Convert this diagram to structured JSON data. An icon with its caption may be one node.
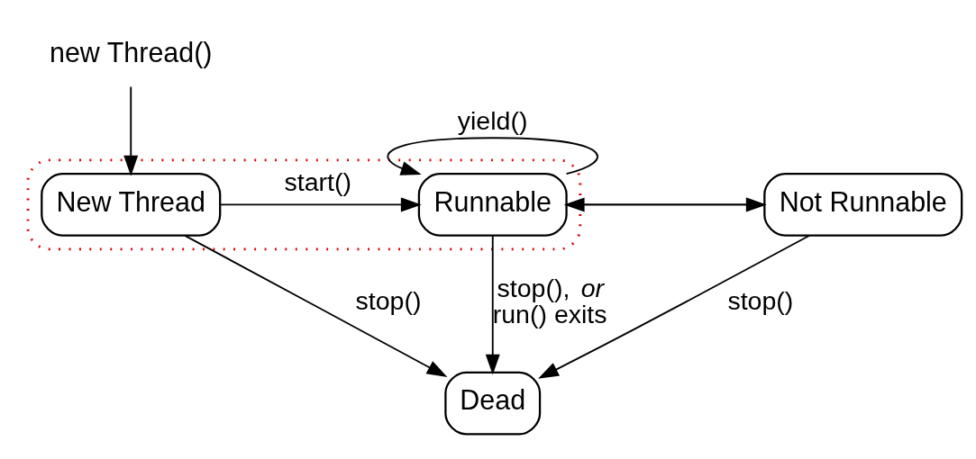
{
  "diagram": {
    "nodes": [
      {
        "text": [
          "new Thread()"
        ]
      },
      {
        "text": [],
        "shape": "ellipse"
      },
      {
        "text": [
          "New Thread"
        ],
        "in": 1
      },
      {
        "text": [
          "Runnable"
        ],
        "in": 1
      },
      {
        "text": [
          "Not Runnable"
        ]
      },
      {
        "text": [
          "Dead"
        ]
      }
    ],
    "edges": [
      {
        "from": 0,
        "to": 2,
        "arrow": "to"
      },
      {
        "from": 2,
        "to": 3,
        "arrow": "to",
        "label": "start()"
      },
      {
        "from": 3,
        "to": 3,
        "arrow": "to",
        "label": "yield()"
      },
      {
        "from": 3,
        "to": 4,
        "arrow": "to"
      },
      {
        "from": 4,
        "to": 3,
        "arrow": "to"
      },
      {
        "from": 2,
        "to": 5,
        "arrow": "to",
        "label": "stop()"
      },
      {
        "from": 3,
        "to": 5,
        "arrow": "to",
        "label": "stop(), *or* run() exits"
      },
      {
        "from": 4,
        "to": 5,
        "arrow": "to",
        "label": "stop()"
      }
    ]
  }
}
